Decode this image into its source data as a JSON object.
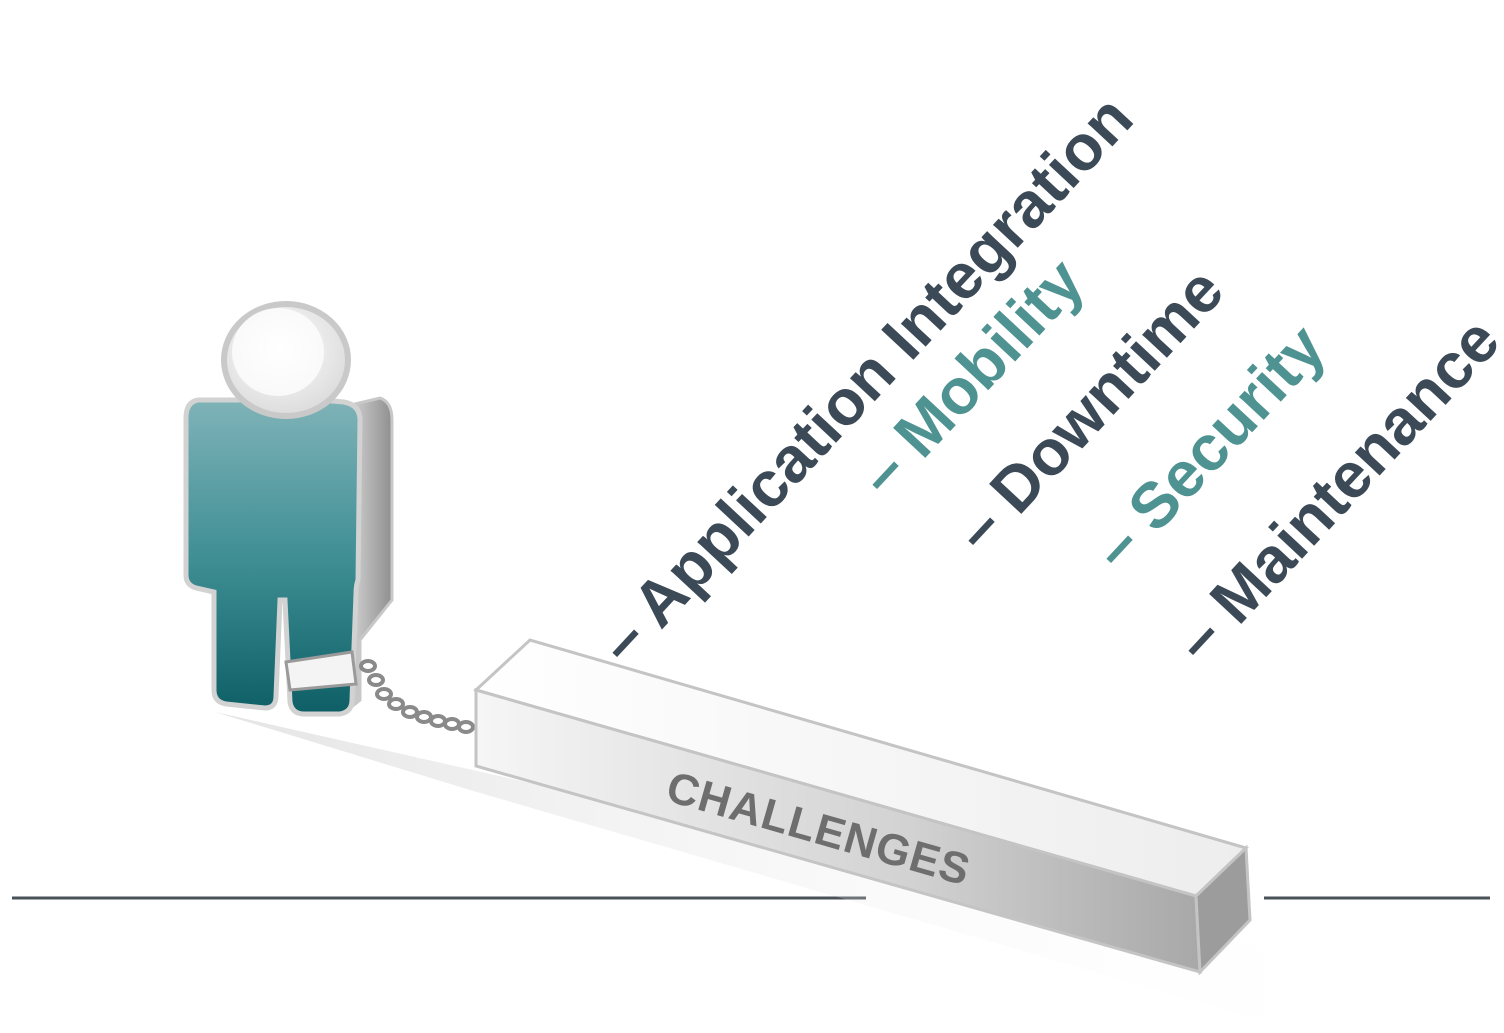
{
  "diagram": {
    "bar_label": "CHALLENGES",
    "labels": [
      {
        "text": "– Application Integration",
        "color": "#3b4a56"
      },
      {
        "text": "– Mobility",
        "color": "#4e9391"
      },
      {
        "text": "– Downtime",
        "color": "#3b4a56"
      },
      {
        "text": "– Security",
        "color": "#4e9391"
      },
      {
        "text": "– Maintenance",
        "color": "#3b4a56"
      }
    ],
    "colors": {
      "figure": "#2f8a8d",
      "figure_dark": "#0f5f66",
      "bar": "#e4e4e4",
      "bar_text": "#6e6e6e",
      "rule": "#4a5259"
    }
  }
}
